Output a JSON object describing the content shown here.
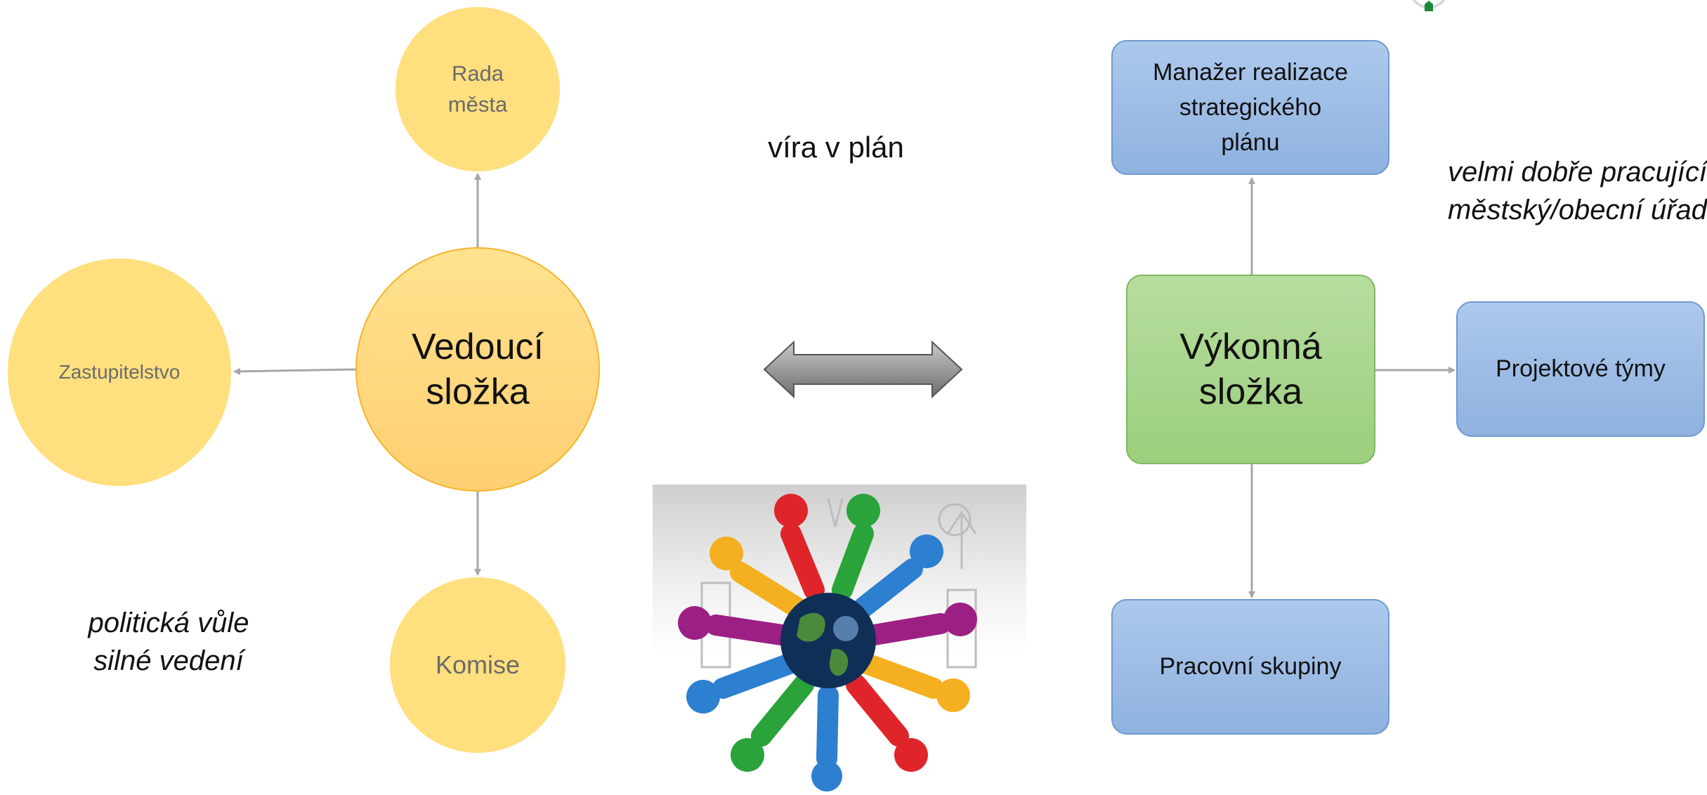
{
  "left_group": {
    "main_circle": "Vedoucí\nsložka",
    "top_circle": "Rada\nměsta",
    "left_circle": "Zastupitelstvo",
    "bottom_circle": "Komise",
    "caption": "politická vůle\nsilné vedení"
  },
  "center": {
    "caption": "víra v plán",
    "image_icon": "people-around-globe-illustration"
  },
  "right_group": {
    "main_box": "Výkonná\nsložka",
    "top_box": "Manažer realizace\nstrategického\nplánu",
    "right_box": "Projektové týmy",
    "bottom_box": "Pracovní skupiny",
    "caption": "velmi dobře pracující\nměstský/obecní úřad"
  },
  "colors": {
    "circle_small": "#ffdf7e",
    "circle_main": "#ffd27a",
    "box_blue": "#9dbde6",
    "box_green": "#a8d58b",
    "arrow": "#a6a6a6"
  }
}
